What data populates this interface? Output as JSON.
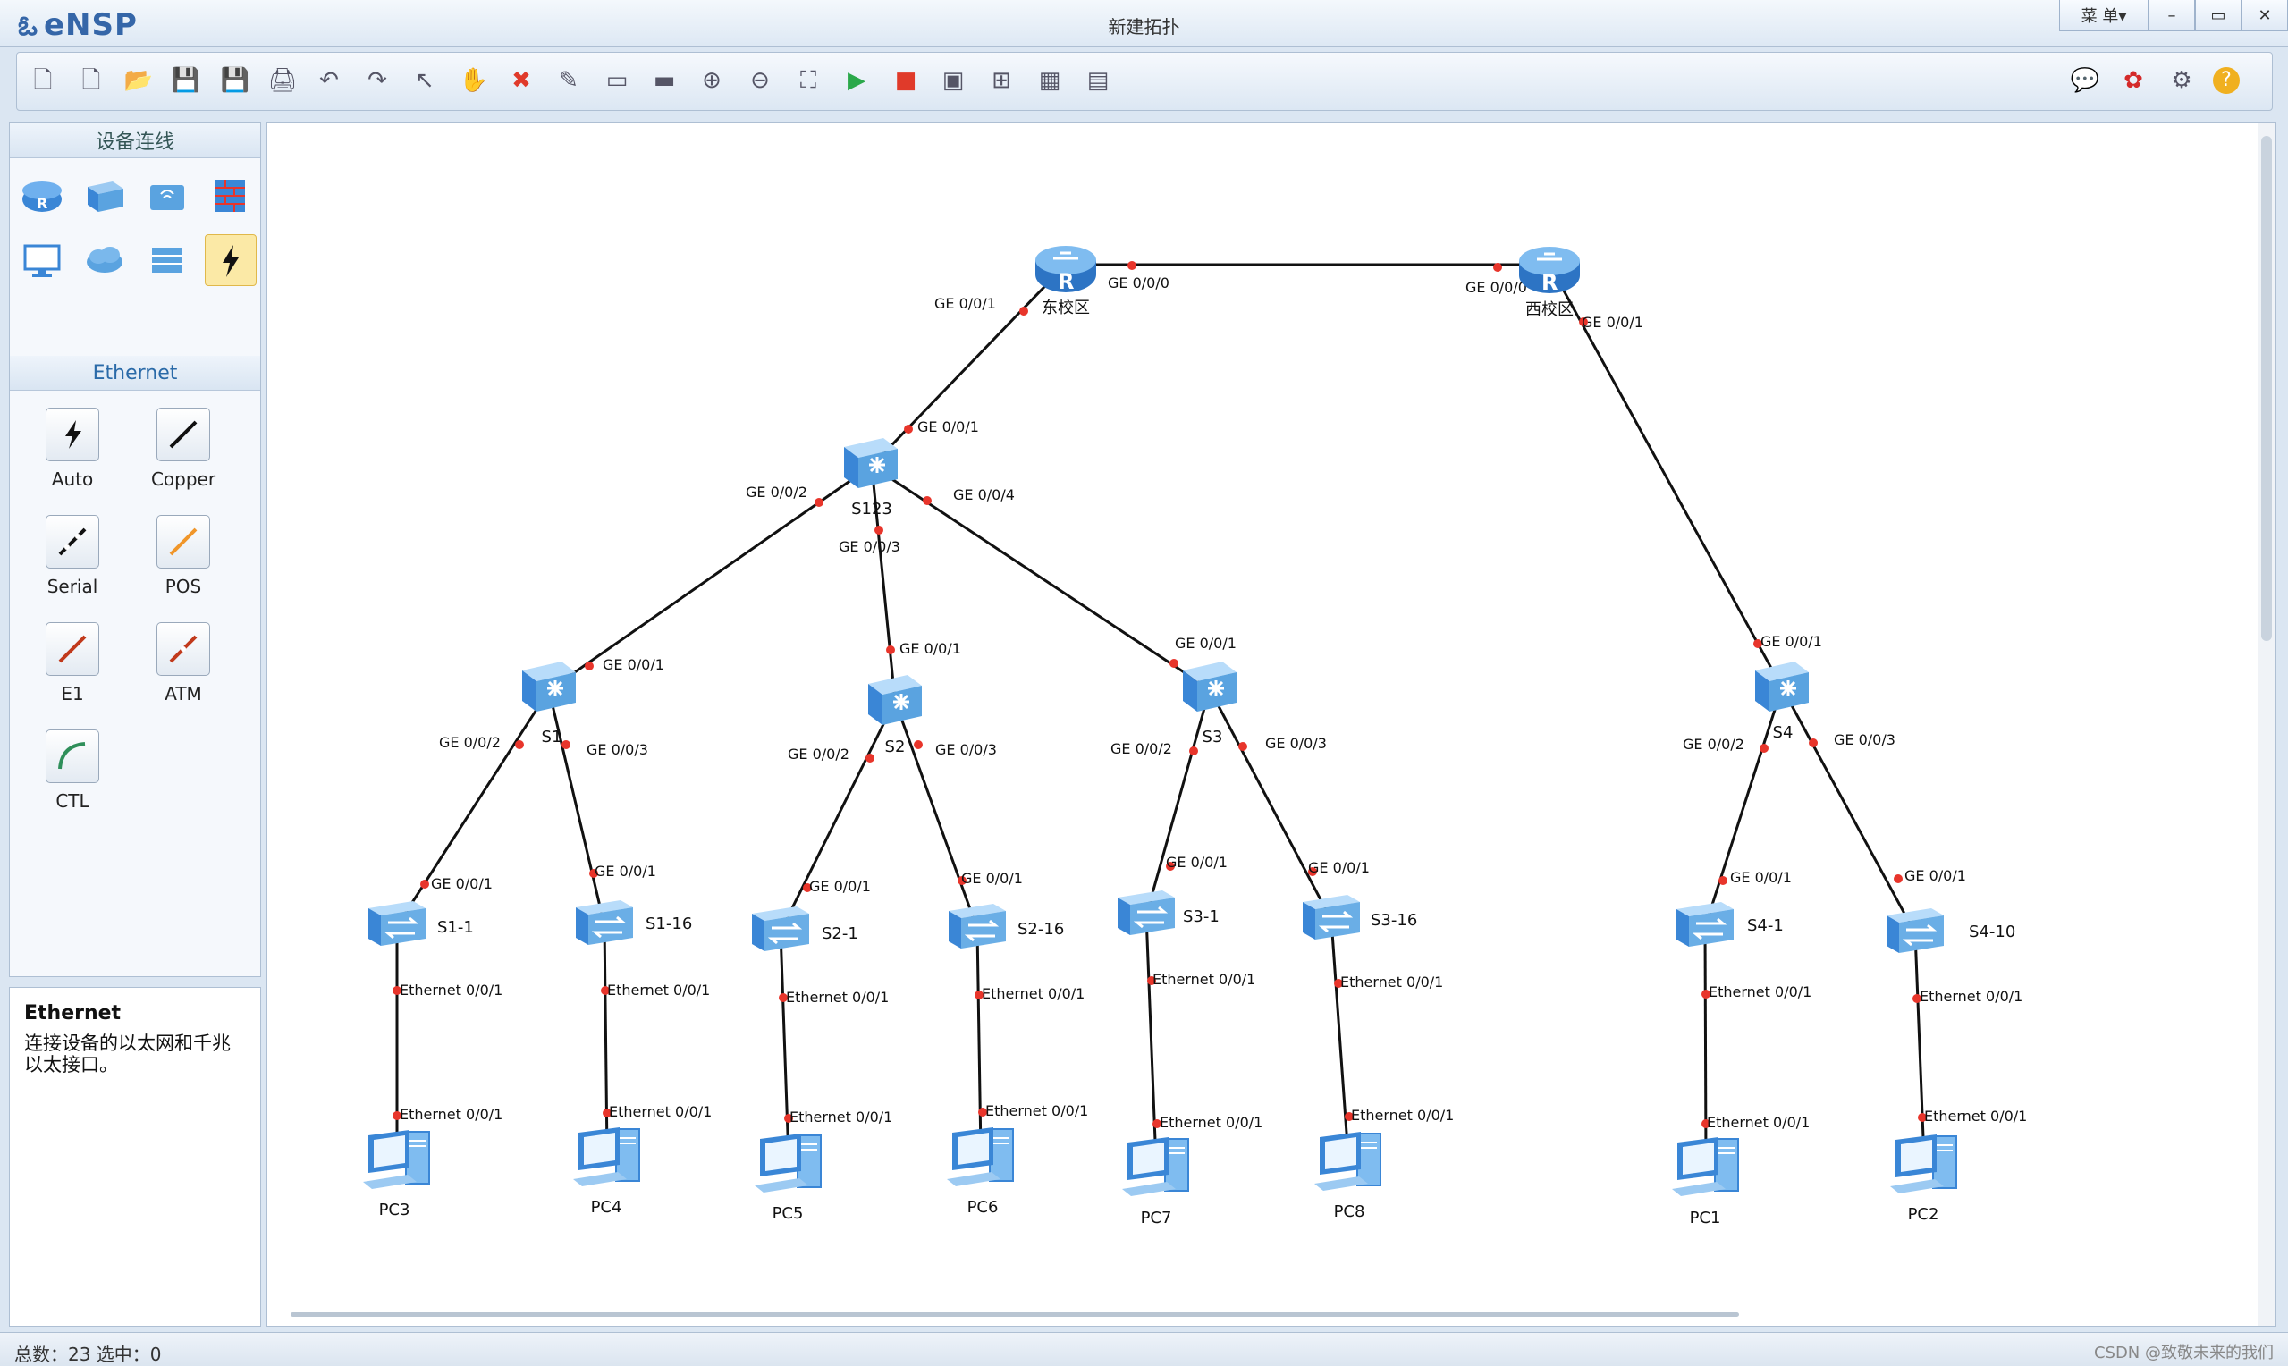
{
  "app": {
    "name": "eNSP",
    "window_title": "新建拓扑",
    "menu_label": "菜 单▾",
    "controls": {
      "minimize": "–",
      "restore": "▭",
      "close": "✕"
    }
  },
  "toolbar": {
    "buttons": [
      {
        "name": "new-topology-icon",
        "glyph": "🗋"
      },
      {
        "name": "new-example-icon",
        "glyph": "🗋"
      },
      {
        "name": "open-icon",
        "glyph": "📂"
      },
      {
        "name": "save-icon",
        "glyph": "💾"
      },
      {
        "name": "save-as-icon",
        "glyph": "💾"
      },
      {
        "name": "print-icon",
        "glyph": "🖨"
      },
      {
        "name": "undo-icon",
        "glyph": "↶"
      },
      {
        "name": "redo-icon",
        "glyph": "↷"
      },
      {
        "name": "select-pointer-icon",
        "glyph": "↖"
      },
      {
        "name": "pan-hand-icon",
        "glyph": "✋"
      },
      {
        "name": "delete-icon",
        "glyph": "✖"
      },
      {
        "name": "delete-connection-icon",
        "glyph": "✎"
      },
      {
        "name": "text-annotation-icon",
        "glyph": "▭"
      },
      {
        "name": "rectangle-annotation-icon",
        "glyph": "▬"
      },
      {
        "name": "zoom-in-icon",
        "glyph": "⊕"
      },
      {
        "name": "zoom-out-icon",
        "glyph": "⊖"
      },
      {
        "name": "fit-view-icon",
        "glyph": "⛶"
      },
      {
        "name": "start-device-icon",
        "glyph": "▶"
      },
      {
        "name": "stop-device-icon",
        "glyph": "■"
      },
      {
        "name": "capture-icon",
        "glyph": "▣"
      },
      {
        "name": "topology-icon",
        "glyph": "⊞"
      },
      {
        "name": "grid-icon",
        "glyph": "▦"
      },
      {
        "name": "terminal-icon",
        "glyph": "▤"
      }
    ],
    "right_buttons": [
      {
        "name": "chat-icon",
        "glyph": "💬"
      },
      {
        "name": "huawei-logo-icon",
        "glyph": "✿"
      },
      {
        "name": "settings-gear-icon",
        "glyph": "⚙"
      },
      {
        "name": "help-icon",
        "glyph": "?"
      }
    ]
  },
  "left_panel": {
    "devices_header": "设备连线",
    "devices": [
      {
        "name": "router-category-icon",
        "label": "R"
      },
      {
        "name": "switch-category-icon",
        "label": ""
      },
      {
        "name": "wireless-category-icon",
        "label": ""
      },
      {
        "name": "firewall-category-icon",
        "label": ""
      },
      {
        "name": "pc-category-icon",
        "label": ""
      },
      {
        "name": "cloud-category-icon",
        "label": ""
      },
      {
        "name": "other-device-category-icon",
        "label": ""
      },
      {
        "name": "connection-category-icon",
        "label": ""
      }
    ],
    "cables_header": "Ethernet",
    "cables": [
      {
        "label": "Auto",
        "color": "#111111"
      },
      {
        "label": "Copper",
        "color": "#111111"
      },
      {
        "label": "Serial",
        "color": "#111111"
      },
      {
        "label": "POS",
        "color": "#f0962a"
      },
      {
        "label": "E1",
        "color": "#c1391b"
      },
      {
        "label": "ATM",
        "color": "#c1391b"
      },
      {
        "label": "CTL",
        "color": "#2f8f5a"
      }
    ]
  },
  "info_panel": {
    "title": "Ethernet",
    "description": "连接设备的以太网和千兆以太接口。"
  },
  "topology": {
    "nodes": [
      {
        "id": "R1",
        "type": "router",
        "label": "东校区"
      },
      {
        "id": "R2",
        "type": "router",
        "label": "西校区"
      },
      {
        "id": "S123",
        "type": "l3switch",
        "label": "S123"
      },
      {
        "id": "S1",
        "type": "l3switch",
        "label": "S1"
      },
      {
        "id": "S2",
        "type": "l3switch",
        "label": "S2"
      },
      {
        "id": "S3",
        "type": "l3switch",
        "label": "S3"
      },
      {
        "id": "S4",
        "type": "l3switch",
        "label": "S4"
      },
      {
        "id": "S1-1",
        "type": "l2switch",
        "label": "S1-1"
      },
      {
        "id": "S1-16",
        "type": "l2switch",
        "label": "S1-16"
      },
      {
        "id": "S2-1",
        "type": "l2switch",
        "label": "S2-1"
      },
      {
        "id": "S2-16",
        "type": "l2switch",
        "label": "S2-16"
      },
      {
        "id": "S3-1",
        "type": "l2switch",
        "label": "S3-1"
      },
      {
        "id": "S3-16",
        "type": "l2switch",
        "label": "S3-16"
      },
      {
        "id": "S4-1",
        "type": "l2switch",
        "label": "S4-1"
      },
      {
        "id": "S4-10",
        "type": "l2switch",
        "label": "S4-10"
      },
      {
        "id": "PC3",
        "type": "pc",
        "label": "PC3"
      },
      {
        "id": "PC4",
        "type": "pc",
        "label": "PC4"
      },
      {
        "id": "PC5",
        "type": "pc",
        "label": "PC5"
      },
      {
        "id": "PC6",
        "type": "pc",
        "label": "PC6"
      },
      {
        "id": "PC7",
        "type": "pc",
        "label": "PC7"
      },
      {
        "id": "PC8",
        "type": "pc",
        "label": "PC8"
      },
      {
        "id": "PC1",
        "type": "pc",
        "label": "PC1"
      },
      {
        "id": "PC2",
        "type": "pc",
        "label": "PC2"
      }
    ],
    "links": [
      {
        "from": "R1",
        "to": "R2",
        "from_port": "GE 0/0/0",
        "to_port": "GE 0/0/0"
      },
      {
        "from": "R1",
        "to": "S123",
        "from_port": "GE 0/0/1",
        "to_port": "GE 0/0/1"
      },
      {
        "from": "R2",
        "to": "S4",
        "from_port": "GE 0/0/1",
        "to_port": "GE 0/0/1"
      },
      {
        "from": "S123",
        "to": "S1",
        "from_port": "GE 0/0/2",
        "to_port": "GE 0/0/1"
      },
      {
        "from": "S123",
        "to": "S2",
        "from_port": "GE 0/0/3",
        "to_port": "GE 0/0/1"
      },
      {
        "from": "S123",
        "to": "S3",
        "from_port": "GE 0/0/4",
        "to_port": "GE 0/0/1"
      },
      {
        "from": "S1",
        "to": "S1-1",
        "from_port": "GE 0/0/2",
        "to_port": "GE 0/0/1"
      },
      {
        "from": "S1",
        "to": "S1-16",
        "from_port": "GE 0/0/3",
        "to_port": "GE 0/0/1"
      },
      {
        "from": "S2",
        "to": "S2-1",
        "from_port": "GE 0/0/2",
        "to_port": "GE 0/0/1"
      },
      {
        "from": "S2",
        "to": "S2-16",
        "from_port": "GE 0/0/3",
        "to_port": "GE 0/0/1"
      },
      {
        "from": "S3",
        "to": "S3-1",
        "from_port": "GE 0/0/2",
        "to_port": "GE 0/0/1"
      },
      {
        "from": "S3",
        "to": "S3-16",
        "from_port": "GE 0/0/3",
        "to_port": "GE 0/0/1"
      },
      {
        "from": "S4",
        "to": "S4-1",
        "from_port": "GE 0/0/2",
        "to_port": "GE 0/0/1"
      },
      {
        "from": "S4",
        "to": "S4-10",
        "from_port": "GE 0/0/3",
        "to_port": "GE 0/0/1"
      },
      {
        "from": "S1-1",
        "to": "PC3",
        "from_port": "Ethernet 0/0/1",
        "to_port": "Ethernet 0/0/1"
      },
      {
        "from": "S1-16",
        "to": "PC4",
        "from_port": "Ethernet 0/0/1",
        "to_port": "Ethernet 0/0/1"
      },
      {
        "from": "S2-1",
        "to": "PC5",
        "from_port": "Ethernet 0/0/1",
        "to_port": "Ethernet 0/0/1"
      },
      {
        "from": "S2-16",
        "to": "PC6",
        "from_port": "Ethernet 0/0/1",
        "to_port": "Ethernet 0/0/1"
      },
      {
        "from": "S3-1",
        "to": "PC7",
        "from_port": "Ethernet 0/0/1",
        "to_port": "Ethernet 0/0/1"
      },
      {
        "from": "S3-16",
        "to": "PC8",
        "from_port": "Ethernet 0/0/1",
        "to_port": "Ethernet 0/0/1"
      },
      {
        "from": "S4-1",
        "to": "PC1",
        "from_port": "Ethernet 0/0/1",
        "to_port": "Ethernet 0/0/1"
      },
      {
        "from": "S4-10",
        "to": "PC2",
        "from_port": "Ethernet 0/0/1",
        "to_port": "Ethernet 0/0/1"
      }
    ]
  },
  "status_bar": {
    "text": "总数：23  选中：0",
    "watermark": "CSDN @致敬未来的我们"
  },
  "colors": {
    "port_dot": "#e8352b",
    "link": "#111111",
    "router_blue": "#3a86d6",
    "switch_blue": "#5aa3e0"
  }
}
